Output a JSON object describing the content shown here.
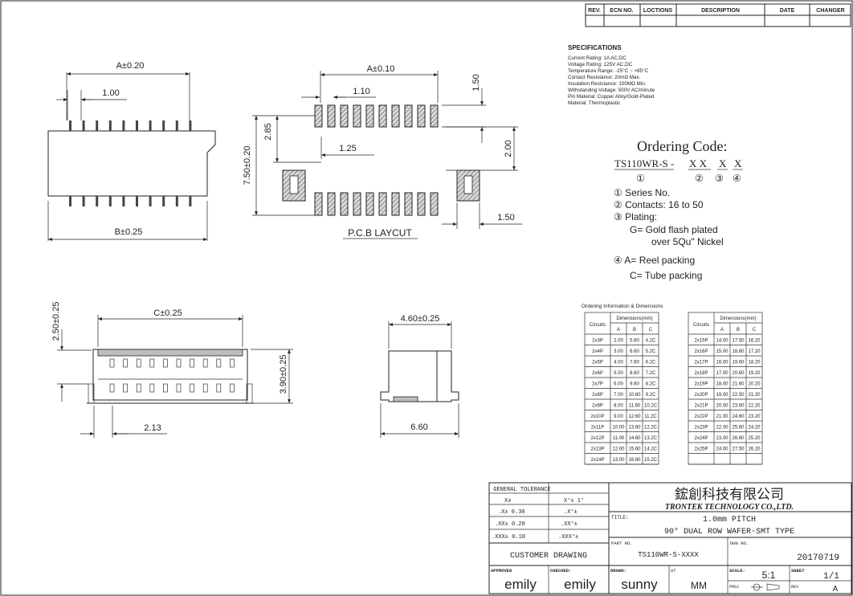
{
  "revision_table": {
    "headers": [
      "REV.",
      "ECN NO.",
      "LOCTIONS",
      "DESCRIPTION",
      "DATE",
      "CHANGER"
    ]
  },
  "specifications": {
    "title": "SPECIFICATIONS",
    "lines": [
      "Current Rating: 1A AC,DC",
      "Voltage Rating: 125V AC,DC",
      "Temperature Range: -25°C ~ +85°C",
      "Contact Resistance: 20mΩ Max.",
      "Insulation Resistance: 100MΩ Min.",
      "Withstanding Voltage: 500V AC/minute",
      "Pin Material: Copper Alloy/Gold-Plated",
      "Material: Thermoplastic"
    ]
  },
  "ordering": {
    "title": "Ordering Code:",
    "code_base": "TS110WR-S -",
    "code_fields": [
      "X X",
      "X",
      "X"
    ],
    "markers": [
      "①",
      "②",
      "③",
      "④"
    ],
    "lines": [
      "① Series No.",
      "② Contacts: 16 to 50",
      "③ Plating:",
      "G= Gold flash plated",
      "over 5Qu\" Nickel",
      "④ A= Reel packing",
      "C= Tube packing"
    ]
  },
  "top_view": {
    "dim_a": "A±0.20",
    "dim_pitch": "1.00",
    "dim_b": "B±0.25"
  },
  "pcb_layout": {
    "dim_a": "A±0.10",
    "dim_pitch": "1.10",
    "dim_h": "1.50",
    "dim_285": "2.85",
    "dim_750": "7.50±0.20",
    "dim_125": "1.25",
    "dim_200": "2.00",
    "dim_150b": "1.50",
    "label": "P.C.B LAYCUT"
  },
  "front_view": {
    "dim_c": "C±0.25",
    "dim_250": "2.50±0.25",
    "dim_390": "3.90±0.25",
    "dim_213": "2.13"
  },
  "side_view": {
    "dim_460": "4.60±0.25",
    "dim_660": "6.60"
  },
  "dimension_table": {
    "title": "Ordering Information & Dimensions",
    "group_header": "Dimensions(mm)",
    "circuits_header": "Circuits",
    "cols": [
      "A",
      "B",
      "C"
    ],
    "left_rows": [
      [
        "2x3P",
        "2.00",
        "5.60",
        "4.2C"
      ],
      [
        "2x4P",
        "3.00",
        "6.60",
        "5.2C"
      ],
      [
        "2x5P",
        "4.00",
        "7.60",
        "6.2C"
      ],
      [
        "2x6P",
        "5.00",
        "8.60",
        "7.2C"
      ],
      [
        "2x7P",
        "6.00",
        "9.60",
        "8.2C"
      ],
      [
        "2x8P",
        "7.00",
        "10.60",
        "9.2C"
      ],
      [
        "2x9P",
        "8.00",
        "11.60",
        "10.2C"
      ],
      [
        "2x10P",
        "9.00",
        "12.60",
        "11.2C"
      ],
      [
        "2x11P",
        "10.00",
        "13.60",
        "12.2C"
      ],
      [
        "2x12P",
        "11.00",
        "14.60",
        "13.2C"
      ],
      [
        "2x13P",
        "12.00",
        "15.60",
        "14.2C"
      ],
      [
        "2x14P",
        "13.00",
        "16.60",
        "15.2C"
      ]
    ],
    "right_rows": [
      [
        "2x15P",
        "14.00",
        "17.50",
        "16.20"
      ],
      [
        "2x16P",
        "15.00",
        "18.60",
        "17.20"
      ],
      [
        "2x17P",
        "16.00",
        "19.60",
        "18.20"
      ],
      [
        "2x18P",
        "17.00",
        "20.60",
        "19.20"
      ],
      [
        "2x19P",
        "18.00",
        "21.60",
        "20.20"
      ],
      [
        "2x20P",
        "19.00",
        "22.50",
        "21.20"
      ],
      [
        "2x21P",
        "20.00",
        "23.60",
        "22.20"
      ],
      [
        "2x22P",
        "21.00",
        "24.60",
        "23.20"
      ],
      [
        "2x23P",
        "22.00",
        "25.60",
        "24.20"
      ],
      [
        "2x24P",
        "23.00",
        "26.60",
        "25.20"
      ],
      [
        "2x25P",
        "24.00",
        "27.50",
        "26.20"
      ]
    ]
  },
  "title_block": {
    "tolerance_title": "GENERAL TOLERANCE",
    "tolerance_rows": [
      [
        "X±",
        "X°± 1°"
      ],
      [
        ".X± 0.30",
        ".X°±"
      ],
      [
        ".XX± 0.20",
        ".XX°±"
      ],
      [
        ".XXX± 0.10",
        ".XXX°±"
      ]
    ],
    "company_cn": "鋐創科技有限公司",
    "company_en": "TRONTEK TECHNOLOGY CO.,LTD.",
    "title_label": "TITLE:",
    "title_line1": "1.0mm PITCH",
    "title_line2": "90° DUAL ROW WAFER-SMT TYPE",
    "drawing_type": "CUSTOMER DRAWING",
    "part_no_label": "PART NO.",
    "part_no": "TS110WR-S-XXXX",
    "dwg_no_label": "DWG NO.",
    "dwg_no": "20170719",
    "approved_label": "APPROVED",
    "approved": "emily",
    "checked_label": "CHECKED:",
    "checked": "emily",
    "drawn_label": "DRAWN:",
    "drawn": "sunny",
    "unit_label": "UT",
    "unit": "MM",
    "scale_label": "SCALE:",
    "scale": "5:1",
    "sheet_label": "SHEET",
    "sheet": "1/1",
    "proj_label": "PROJ",
    "rev_label": "REV",
    "rev": "A"
  }
}
